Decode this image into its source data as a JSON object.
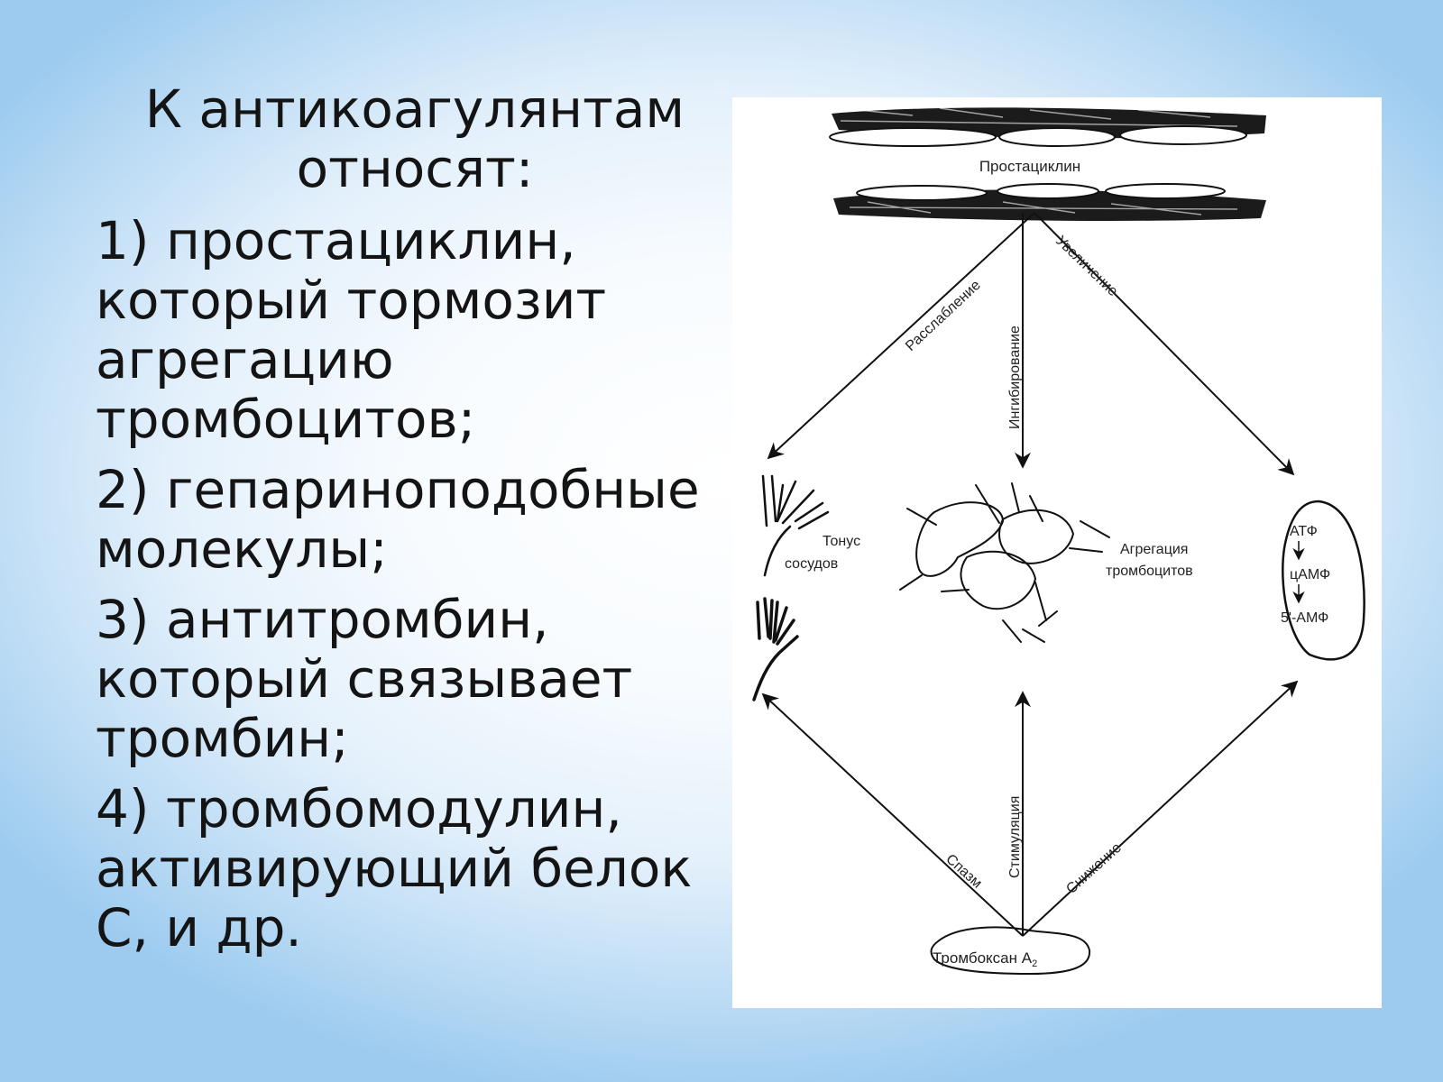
{
  "slide": {
    "title": "К антикоагулянтам\nотносят:",
    "items": [
      "1) простациклин, который тормозит агрегацию тромбоцитов;",
      "2) гепариноподобные молекулы;",
      "3) антитромбин, который связывает тромбин;",
      "4) тромбомодулин, активирующий белок С, и др."
    ]
  },
  "diagram": {
    "prostacyclin": "Простациклин",
    "top_arrows": {
      "left": "Расслабление",
      "center": "Ингибирование",
      "right": "Увеличение"
    },
    "vessel_tone": [
      "Тонус",
      "сосудов"
    ],
    "platelet_aggregation": [
      "Агрегация",
      "тромбоцитов"
    ],
    "cell_sequence": [
      "АТФ",
      "цАМФ",
      "5'-АМФ"
    ],
    "bottom_arrows": {
      "left": "Спазм",
      "center": "Стимуляция",
      "right": "Снижение"
    },
    "thromboxane": "Тромбоксан А",
    "thromboxane_sub": "2"
  }
}
